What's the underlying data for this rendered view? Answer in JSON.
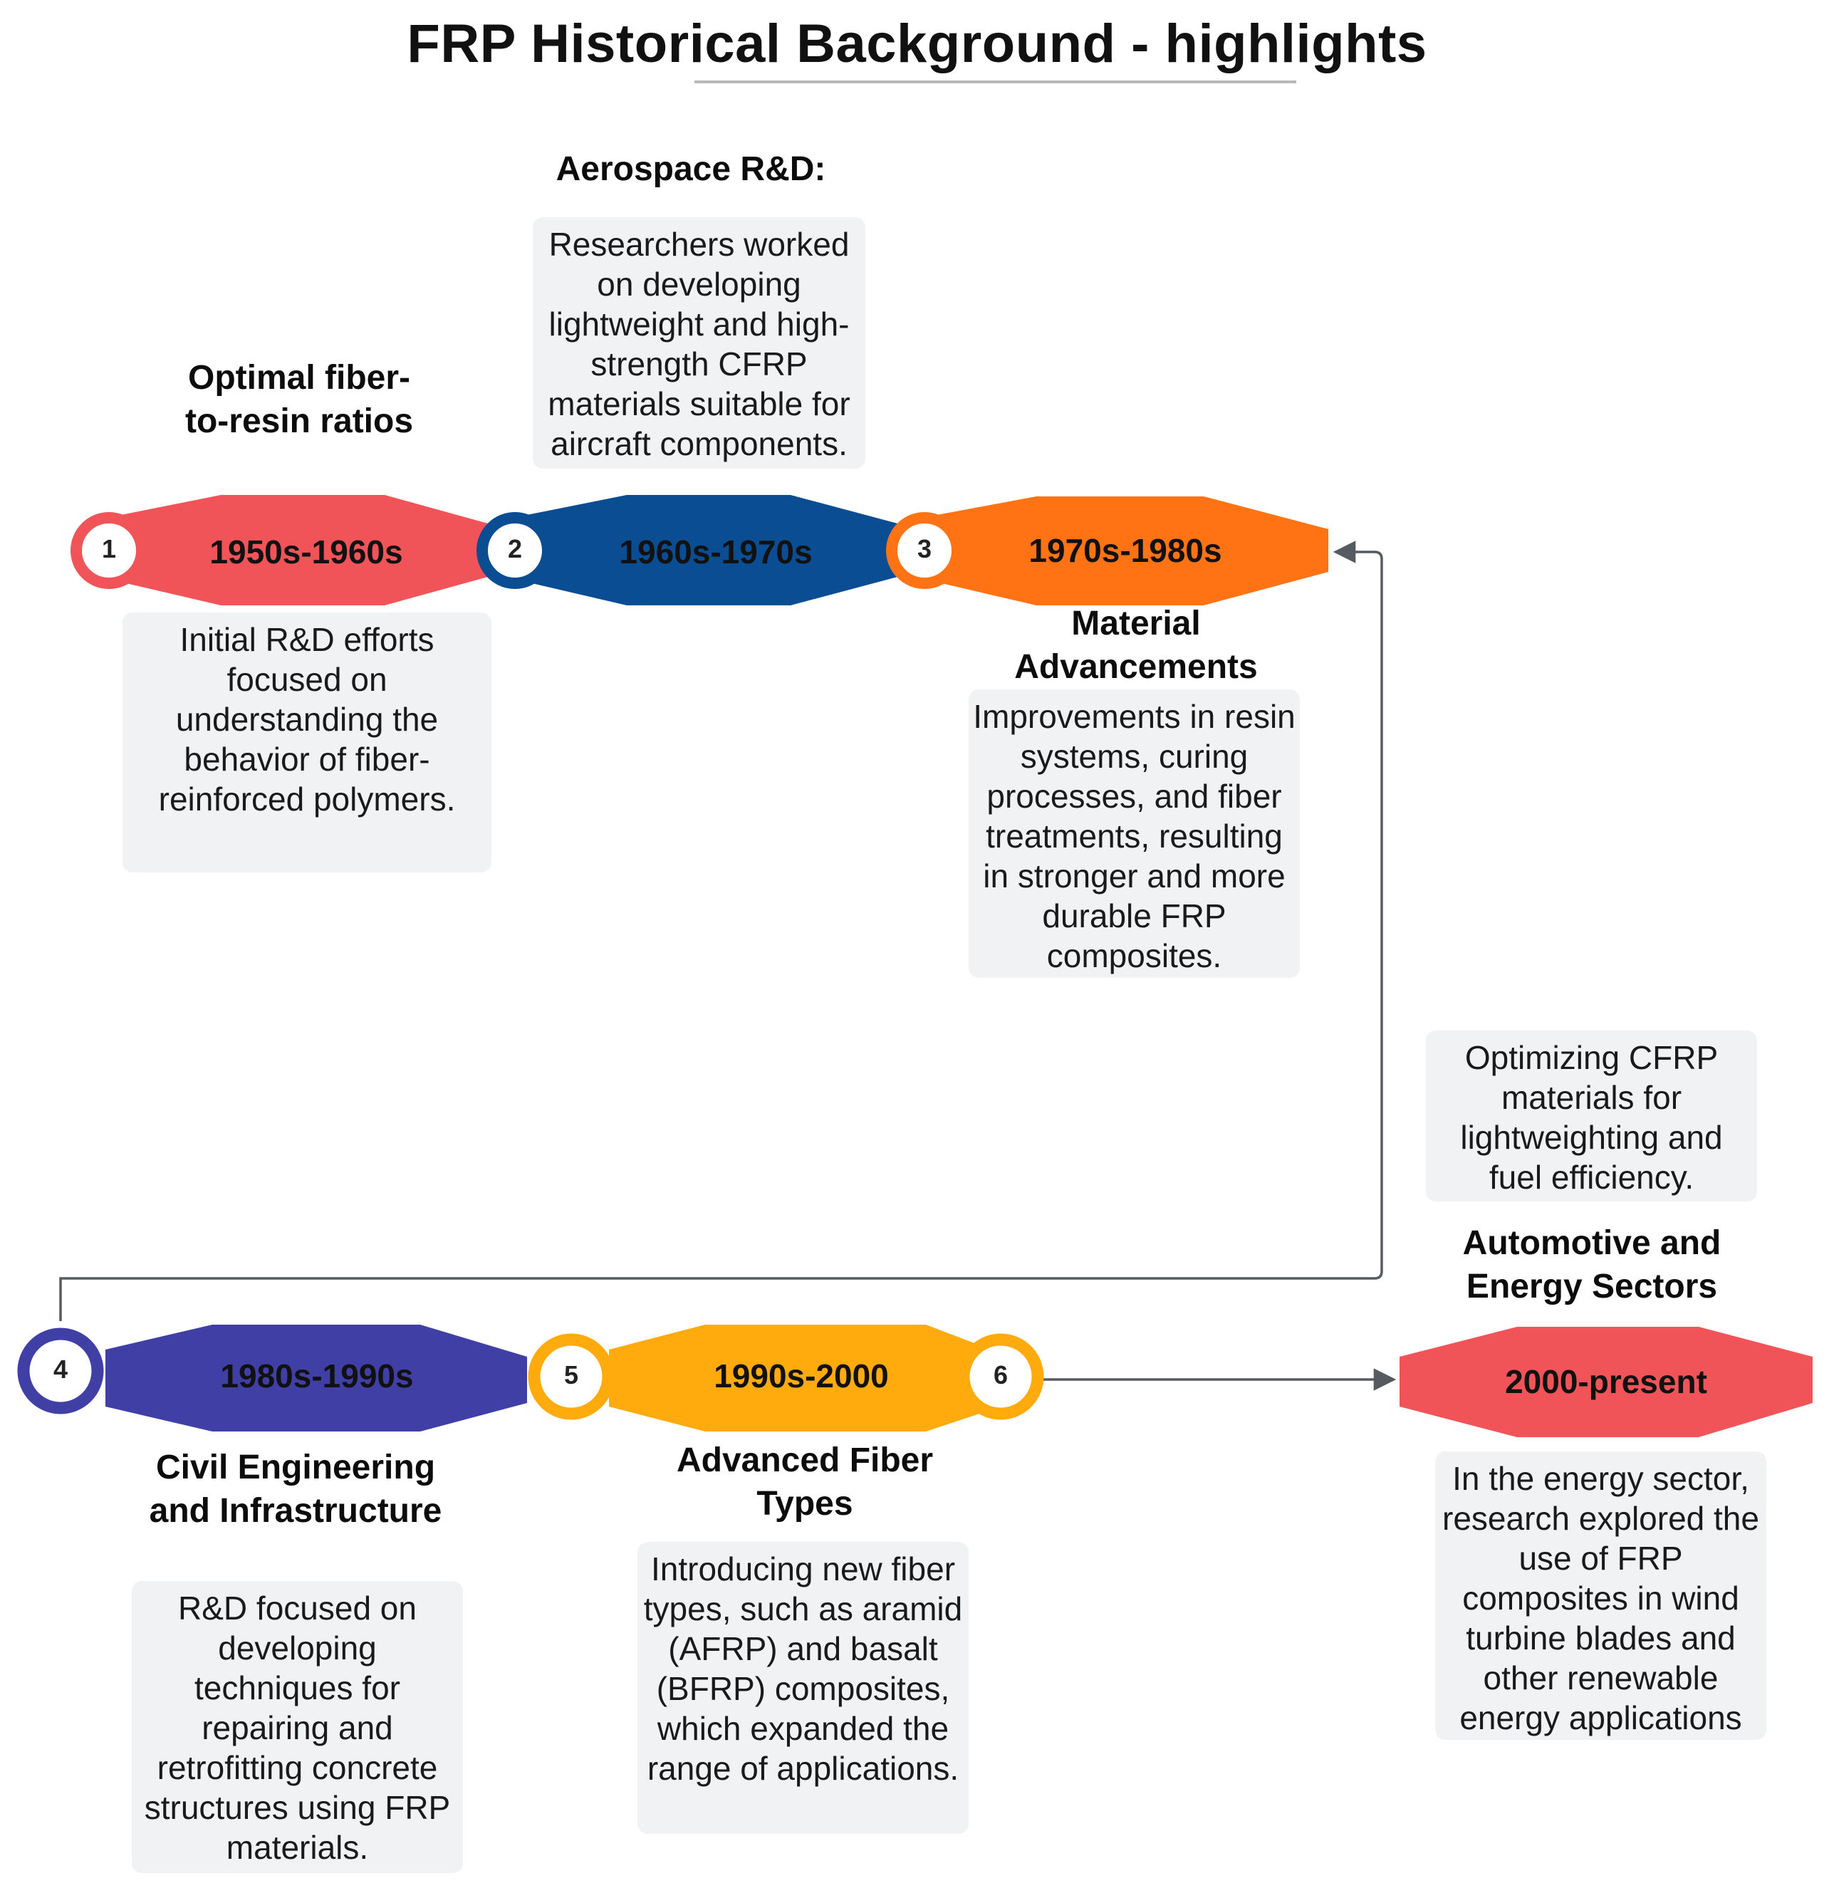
{
  "title": "FRP Historical Background - highlights",
  "colors": {
    "era1": "#f05459",
    "era2": "#0b4d92",
    "era3": "#ff7315",
    "era4": "#3f3fa5",
    "era5": "#ffab0d",
    "era6": "#f05459",
    "connector": "#555b61"
  },
  "eras": [
    {
      "number": "1",
      "period": "1950s-1960s",
      "heading": "Optimal fiber-to-resin ratios",
      "text": "Initial R&D efforts focused on understanding the behavior of fiber-reinforced polymers."
    },
    {
      "number": "2",
      "period": "1960s-1970s",
      "heading": "Aerospace R&D:",
      "text": "Researchers worked on developing lightweight and high-strength CFRP materials suitable for aircraft components."
    },
    {
      "number": "3",
      "period": "1970s-1980s",
      "heading": "Material Advancements",
      "text": "Improvements in resin systems, curing processes, and fiber treatments, resulting in stronger and more durable FRP composites."
    },
    {
      "number": "4",
      "period": "1980s-1990s",
      "heading": "Civil Engineering and Infrastructure",
      "text": "R&D focused on developing techniques for repairing and retrofitting concrete structures using FRP materials."
    },
    {
      "number": "5",
      "period": "1990s-2000",
      "heading": "Advanced Fiber Types",
      "text": "Introducing new fiber types, such as aramid (AFRP) and basalt (BFRP) composites, which expanded the range of applications."
    },
    {
      "number": "6",
      "period": "2000-present",
      "heading": "Automotive and Energy Sectors",
      "text_top": "Optimizing CFRP materials for lightweighting and fuel efficiency.",
      "text": "In the energy sector, research explored the use of FRP composites in wind turbine blades and other renewable energy applications"
    }
  ]
}
